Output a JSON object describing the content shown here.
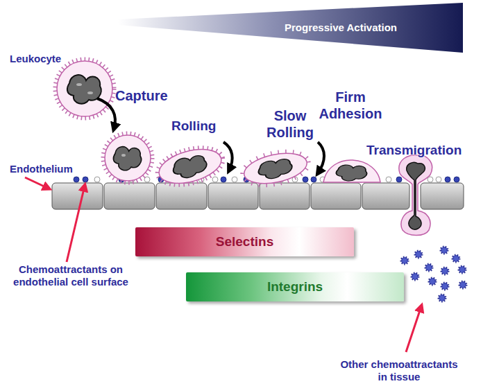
{
  "diagram": {
    "nodes": [
      {
        "text": [
          "Progressive Activation"
        ]
      },
      {
        "text": [
          "Selectins"
        ]
      },
      {
        "text": [
          "Integrins"
        ]
      }
    ],
    "labels": [
      "Leukocyte",
      "Capture",
      "Rolling",
      "Slow Rolling",
      "Firm Adhesion",
      "Transmigration",
      "Endothelium",
      "Chemoattractants on endothelial cell surface",
      "Other chemoattractants in tissue"
    ]
  }
}
